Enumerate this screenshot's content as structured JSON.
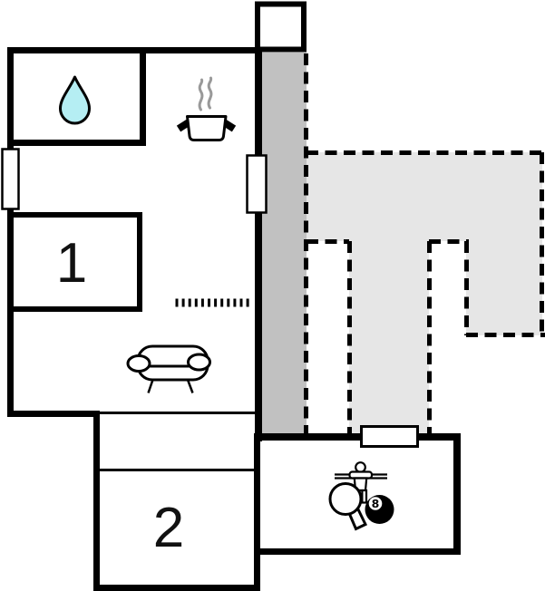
{
  "floorplan": {
    "colors": {
      "background": "#ffffff",
      "wall": "#000000",
      "covered_terrace": "#c1c1c1",
      "open_terrace": "#e6e6e6",
      "water_drop": "#b5eef3",
      "steam": "#999999"
    },
    "rooms": {
      "bedroom_1": {
        "label": "1"
      },
      "bedroom_2": {
        "label": "2"
      }
    },
    "game_room": {
      "eight_ball_label": "8"
    },
    "icons": {
      "bathroom": "water-drop-icon",
      "kitchen": "cooking-pot-icon",
      "living_room": "sofa-icon",
      "game_room": [
        "foosball-player-icon",
        "table-tennis-paddle-icon",
        "billiard-8-ball-icon"
      ]
    }
  }
}
